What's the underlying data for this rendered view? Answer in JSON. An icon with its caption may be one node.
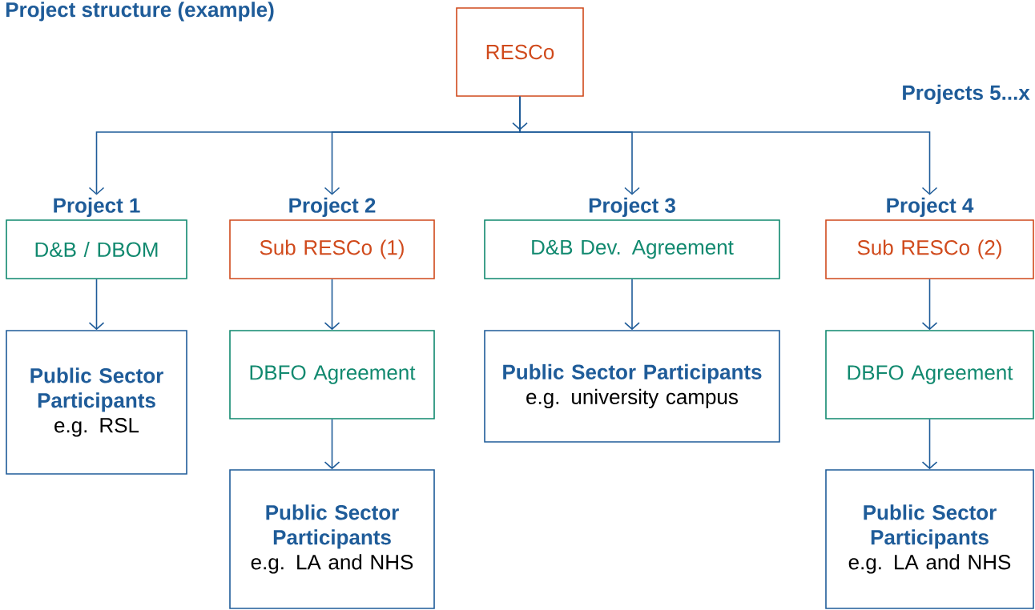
{
  "diagram": {
    "title": "Project structure (example)",
    "nodes": [
      {
        "text": [
          "RESCo"
        ]
      },
      {
        "text": [
          "Project 1",
          "D&B / DBOM"
        ]
      },
      {
        "text": [
          "Project 2",
          "Sub RESCo (1)"
        ]
      },
      {
        "text": [
          "Project 3",
          "D&B Dev. Agreement"
        ]
      },
      {
        "text": [
          "Project 4",
          "Sub RESCo (2)"
        ]
      },
      {
        "text": [
          "Public Sector Participants",
          "e.g. RSL"
        ]
      },
      {
        "text": [
          "DBFO Agreement"
        ]
      },
      {
        "text": [
          "Public Sector Participants",
          "e.g. university campus"
        ]
      },
      {
        "text": [
          "DBFO Agreement"
        ]
      },
      {
        "text": [
          "Public Sector Participants",
          "e.g. LA and NHS"
        ]
      },
      {
        "text": [
          "Public Sector Participants",
          "e.g. LA and NHS"
        ]
      }
    ],
    "edges": [
      {
        "from": 0,
        "to": 1,
        "arrow": "to"
      },
      {
        "from": 0,
        "to": 2,
        "arrow": "to"
      },
      {
        "from": 0,
        "to": 3,
        "arrow": "to"
      },
      {
        "from": 0,
        "to": 4,
        "arrow": "to"
      },
      {
        "from": 1,
        "to": 5,
        "arrow": "to"
      },
      {
        "from": 2,
        "to": 6,
        "arrow": "to"
      },
      {
        "from": 3,
        "to": 7,
        "arrow": "to"
      },
      {
        "from": 4,
        "to": 8,
        "arrow": "to"
      },
      {
        "from": 6,
        "to": 9,
        "arrow": "to"
      },
      {
        "from": 8,
        "to": 10,
        "arrow": "to"
      }
    ],
    "labels": [
      "Projects 5...x"
    ]
  }
}
